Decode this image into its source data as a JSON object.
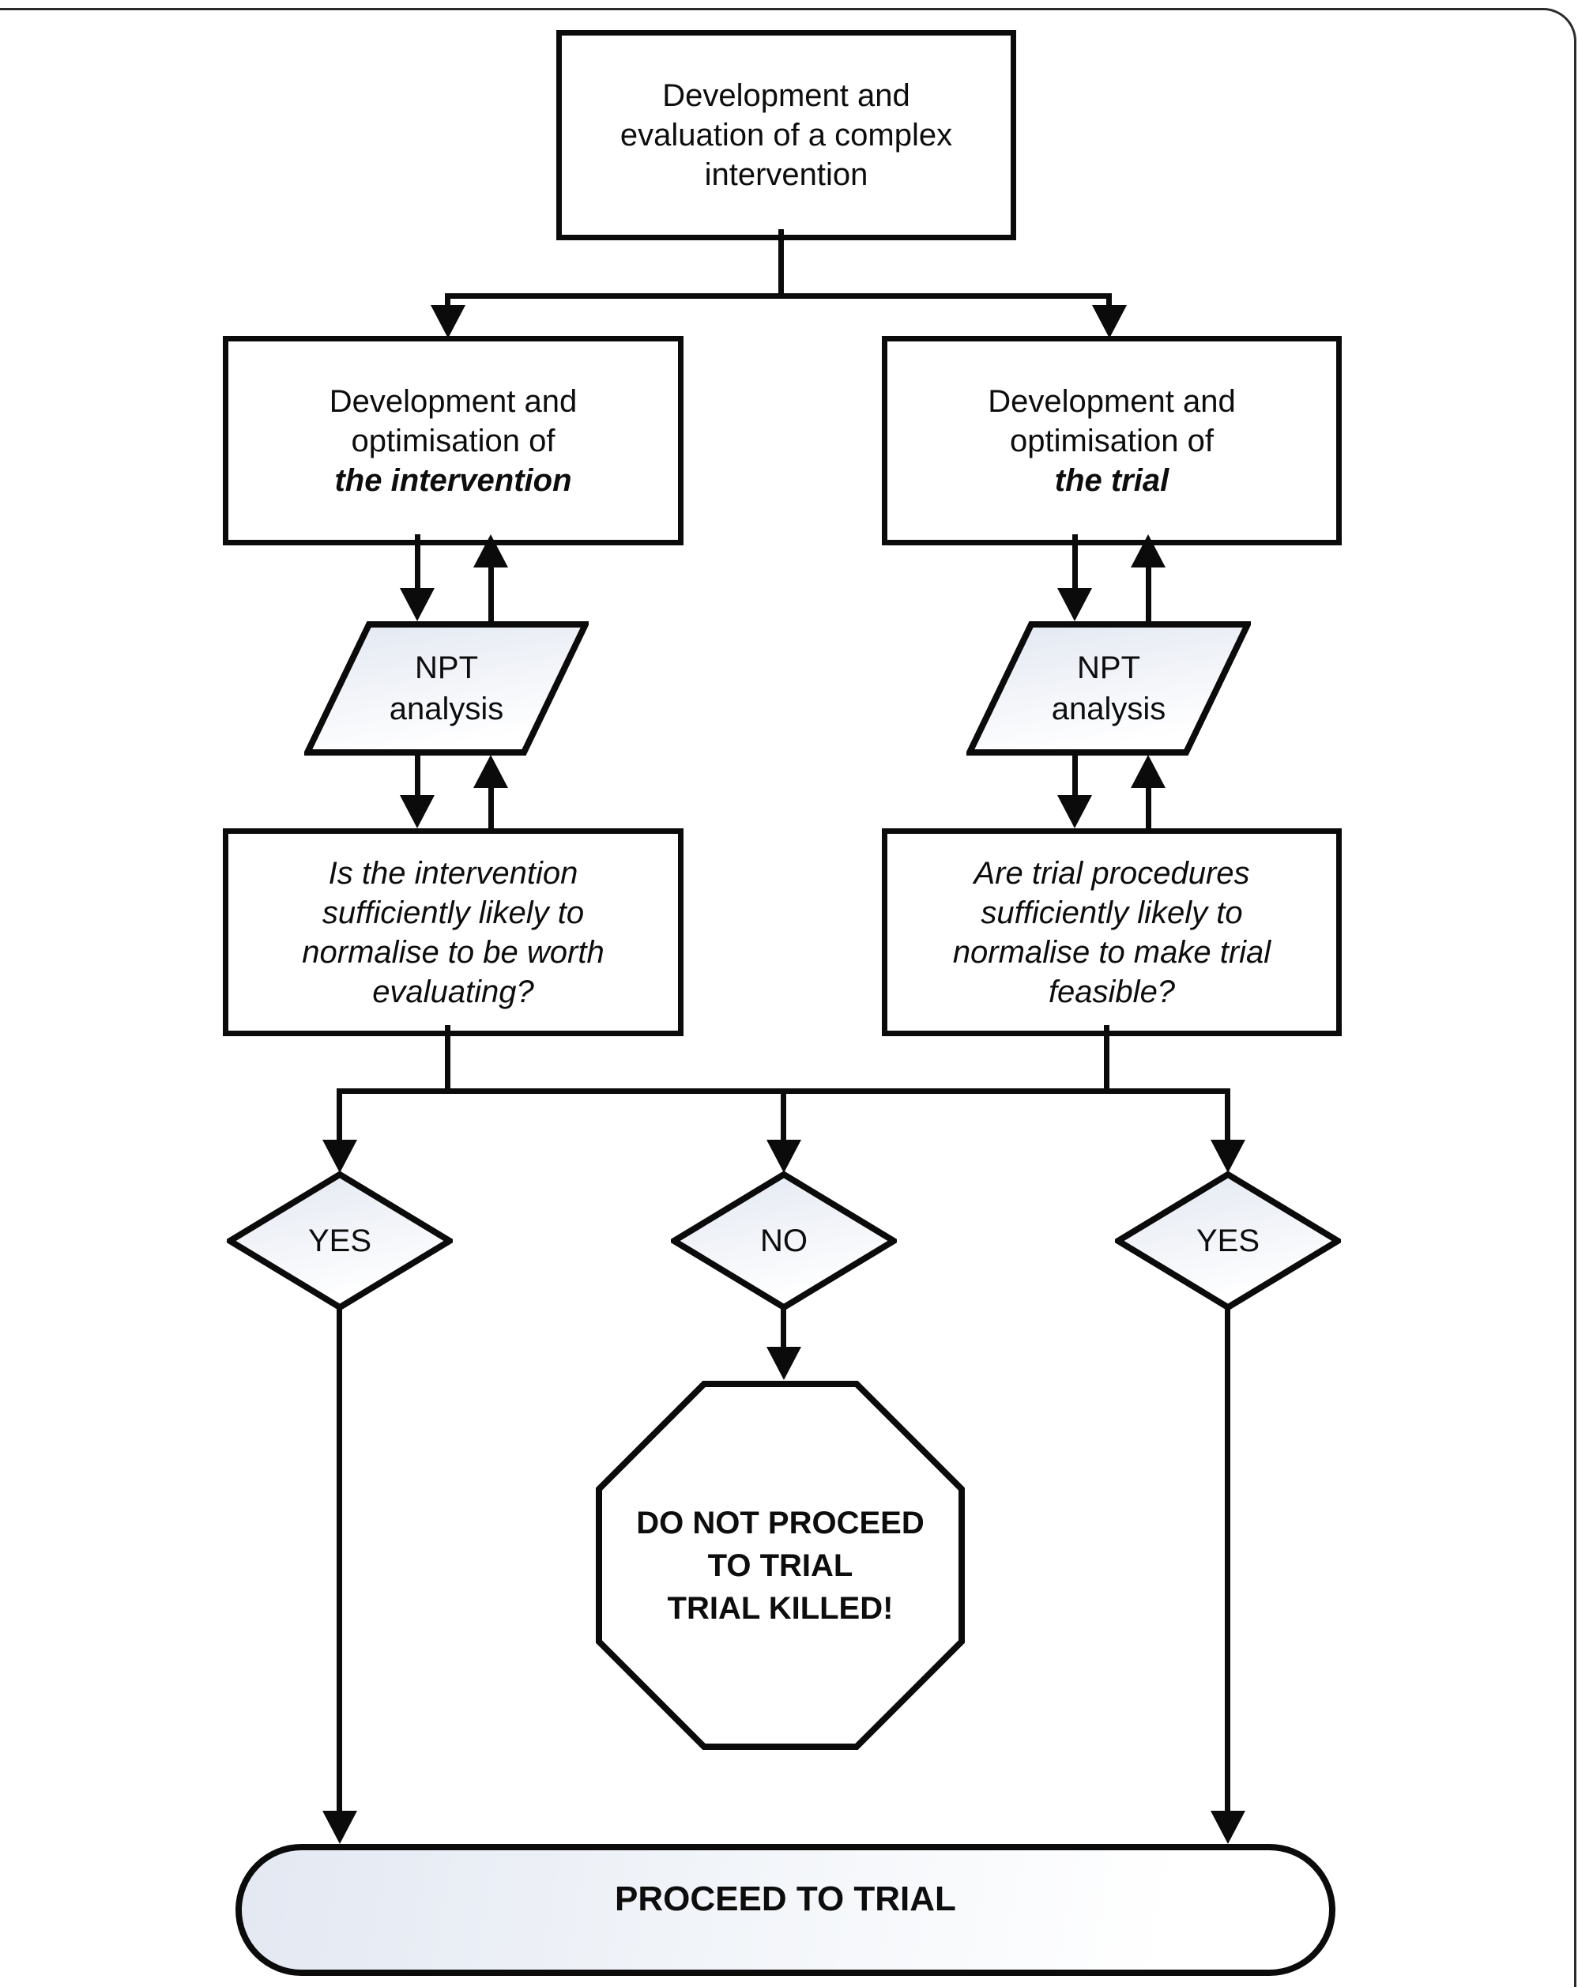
{
  "figure": {
    "type": "flowchart",
    "line_color": "#0b0b0b",
    "shape_fill_start": "#e2e7f1",
    "shape_fill_end": "#ffffff"
  },
  "nodes": {
    "development_evaluation": {
      "lines": [
        "Development and",
        "evaluation of a complex",
        "intervention"
      ]
    },
    "dev_opt_intervention": {
      "lines": [
        "Development and",
        "optimisation of",
        "the intervention"
      ]
    },
    "dev_opt_trial": {
      "lines": [
        "Development and",
        "optimisation of",
        "the trial"
      ]
    },
    "npt_left": {
      "lines": [
        "NPT",
        "analysis"
      ]
    },
    "npt_right": {
      "lines": [
        "NPT",
        "analysis"
      ]
    },
    "question_intervention": {
      "lines": [
        "Is the intervention",
        "sufficiently likely to",
        "normalise to be worth",
        "evaluating?"
      ]
    },
    "question_trial": {
      "lines": [
        "Are trial procedures",
        "sufficiently likely to",
        "normalise to make trial",
        "feasible?"
      ]
    },
    "decision_yes_left": {
      "label": "YES"
    },
    "decision_no": {
      "label": "NO"
    },
    "decision_yes_right": {
      "label": "YES"
    },
    "stop_octagon": {
      "lines": [
        "DO NOT PROCEED",
        "TO TRIAL",
        "TRIAL KILLED!"
      ]
    },
    "proceed_terminal": {
      "label": "PROCEED TO TRIAL"
    }
  }
}
